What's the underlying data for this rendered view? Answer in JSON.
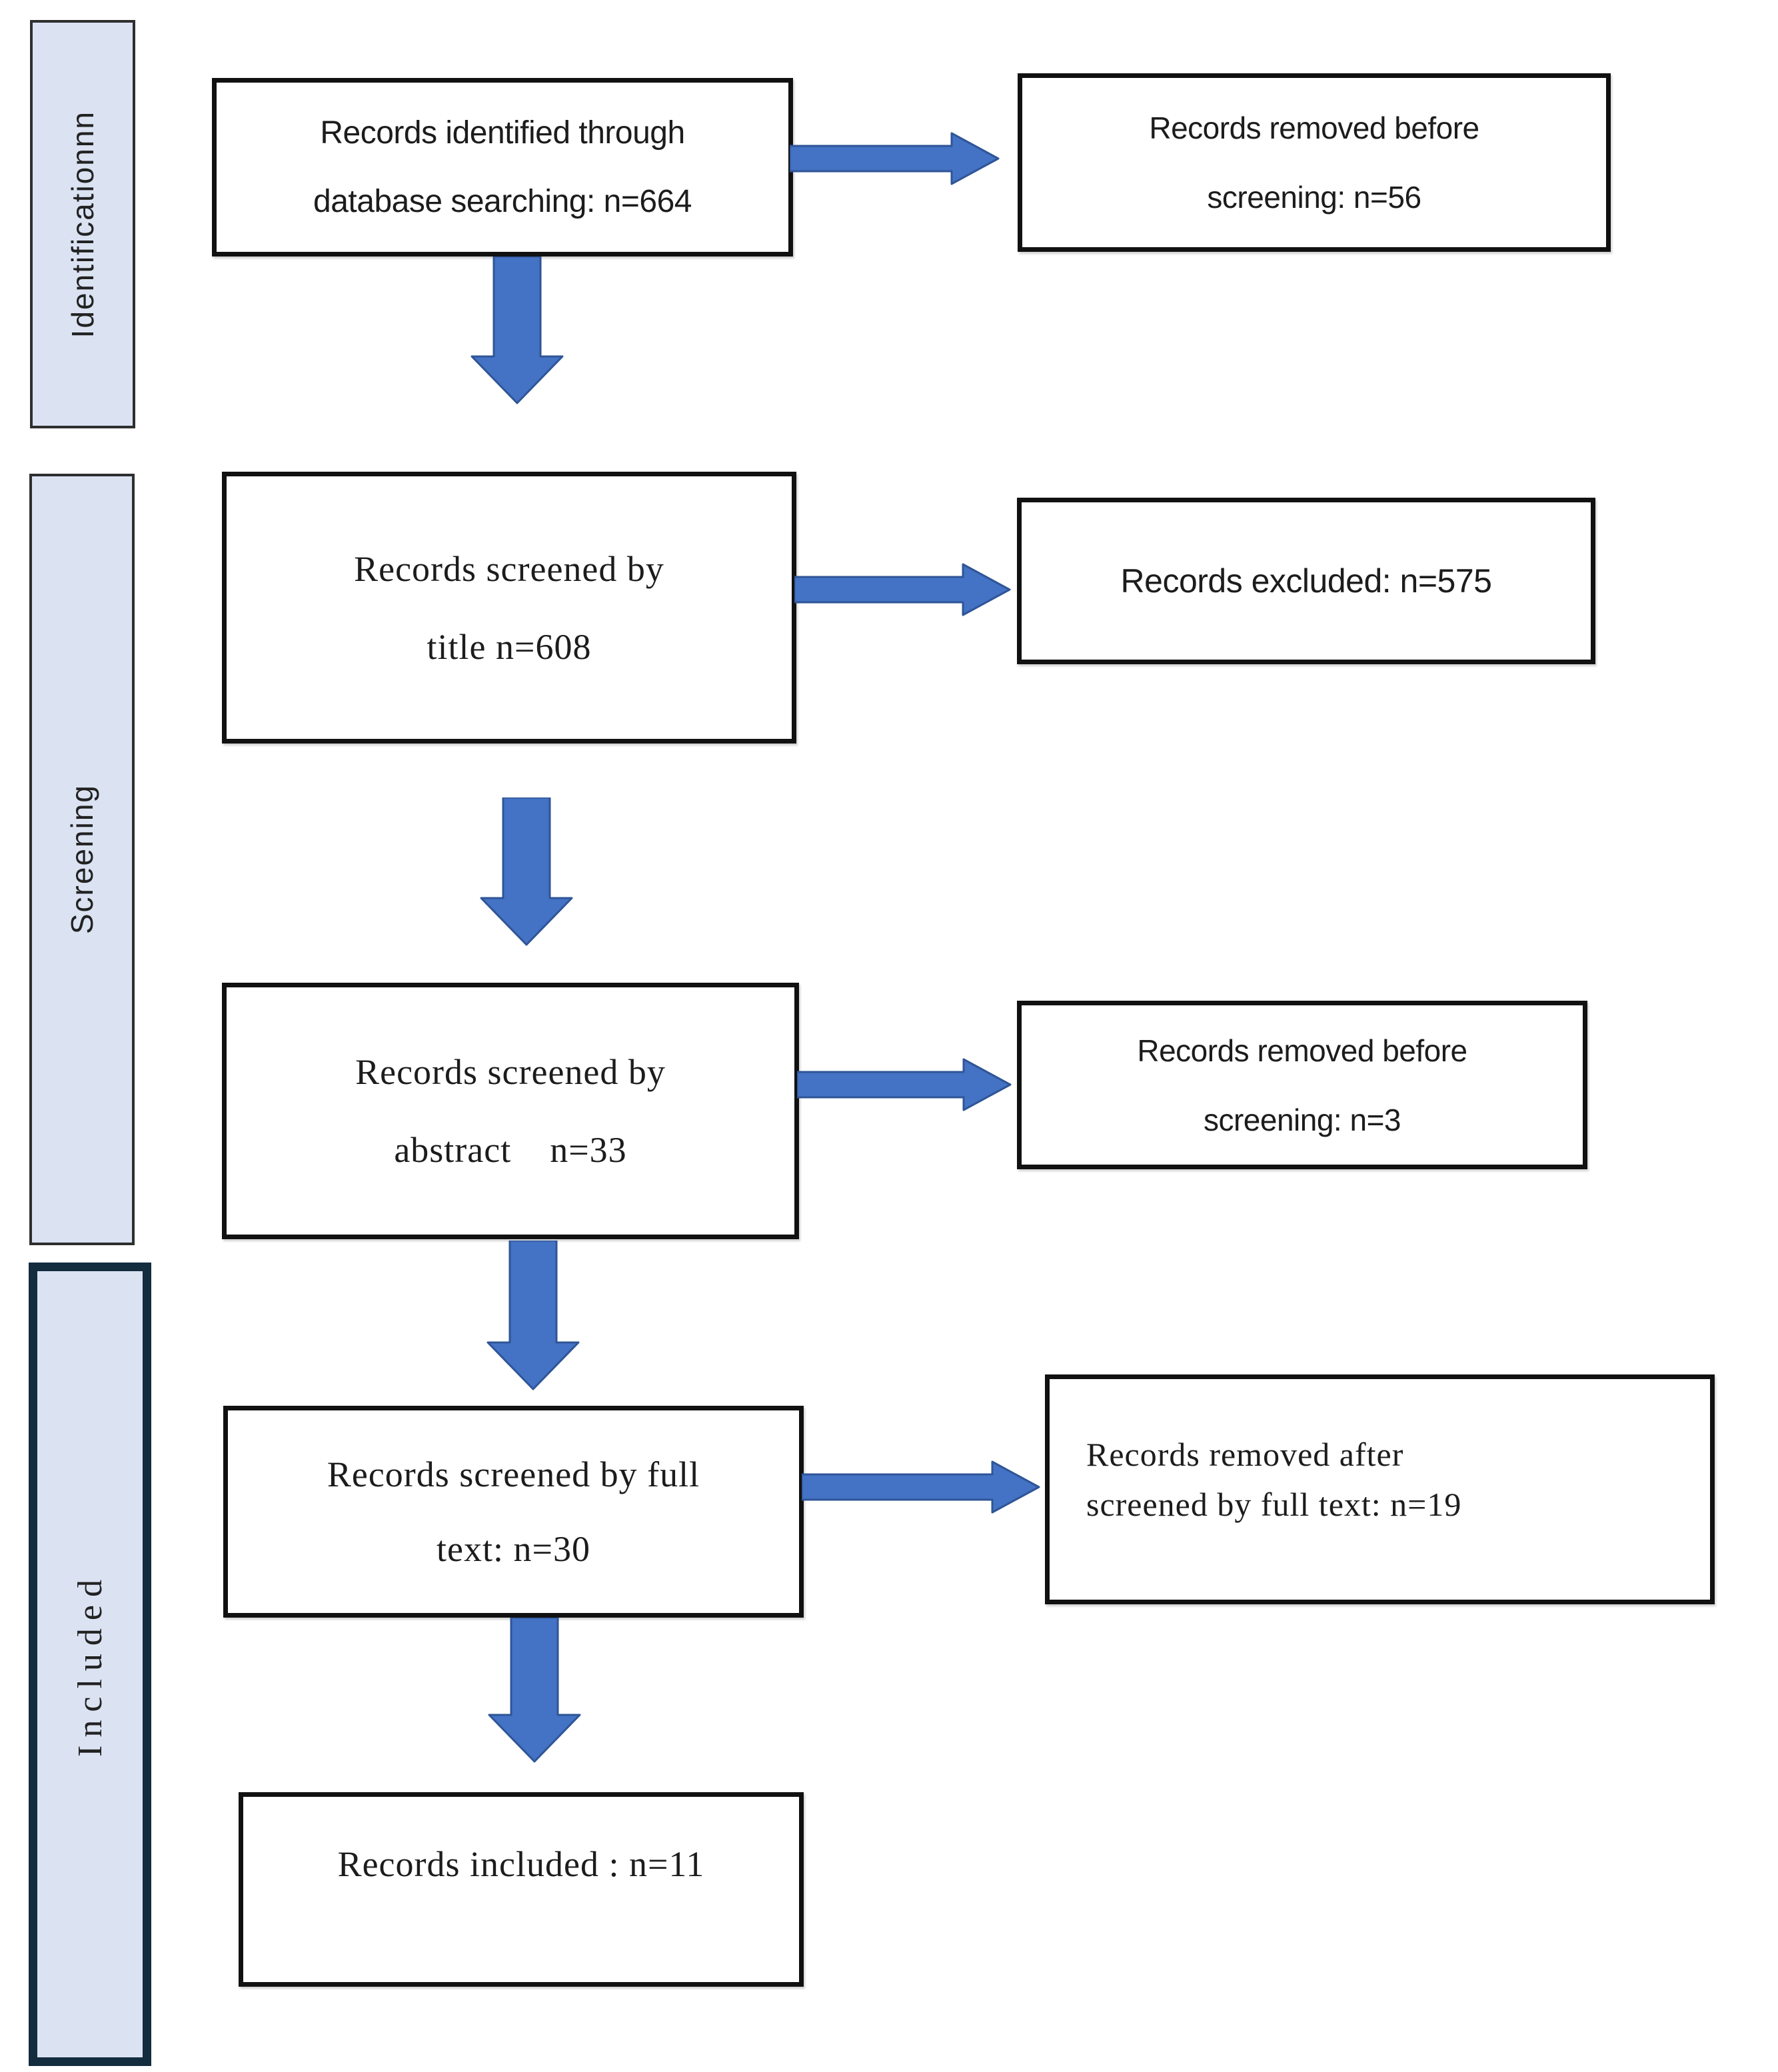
{
  "colors": {
    "arrow_fill": "#4472c4",
    "arrow_stroke": "#2f5597",
    "box_border": "#111111",
    "sidebar_fill": "#dbe3f3",
    "sidebar_border": "#2f2f2f",
    "included_border": "#132c3e",
    "text": "#1c1c1c"
  },
  "sidebar": {
    "items": [
      {
        "label": "Identificationnn"
      },
      {
        "label": "Screening"
      },
      {
        "label": "Included"
      }
    ]
  },
  "boxes": {
    "identified": {
      "lines": [
        "Records identified through",
        "database searching: n=664"
      ]
    },
    "removed_before_screening_56": {
      "lines": [
        "Records removed before",
        "screening: n=56"
      ]
    },
    "screened_title": {
      "lines": [
        "Records screened by",
        "title n=608"
      ]
    },
    "excluded_575": {
      "lines": [
        "Records excluded: n=575"
      ]
    },
    "screened_abstract": {
      "lines": [
        "Records screened by",
        "abstract    n=33"
      ]
    },
    "removed_before_screening_3": {
      "lines": [
        "Records removed before",
        "screening: n=3"
      ]
    },
    "screened_full_text": {
      "lines": [
        "Records screened by full",
        "text: n=30"
      ]
    },
    "removed_after_full_text": {
      "lines": [
        "Records removed after",
        "screened by full text: n=19"
      ]
    },
    "included_11": {
      "lines": [
        "Records included : n=11"
      ]
    }
  }
}
